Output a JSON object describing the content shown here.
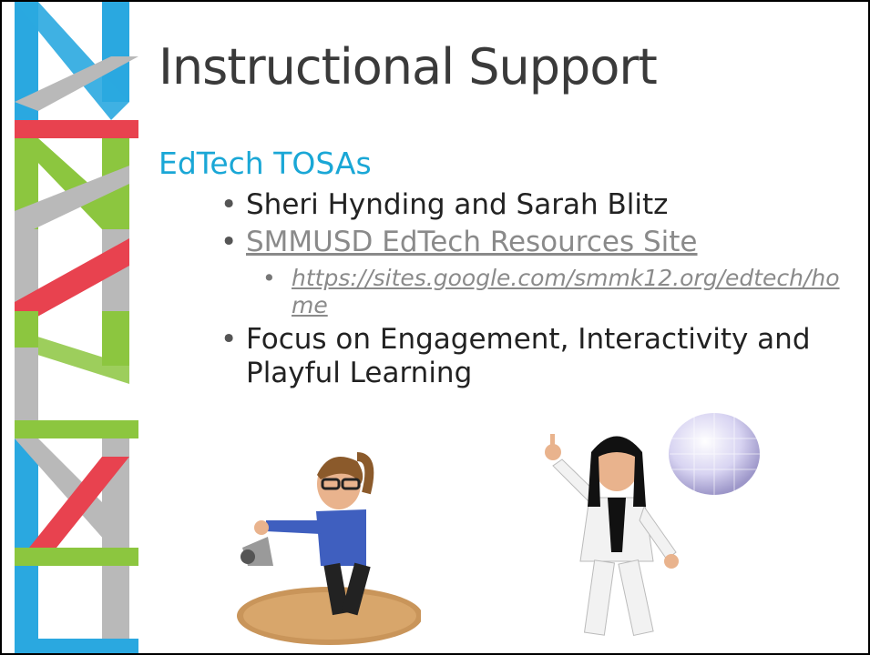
{
  "slide": {
    "title": "Instructional Support",
    "subheading": "EdTech TOSAs",
    "bullets": {
      "names": "Sheri Hynding and Sarah Blitz",
      "resources_link": "SMMUSD EdTech Resources Site",
      "resources_url": "https://sites.google.com/smmk12.org/edtech/home",
      "focus": "Focus on Engagement, Interactivity and Playful Learning"
    }
  },
  "colors": {
    "title": "#3a3a3a",
    "subheading": "#1aa7d6",
    "link": "#8a8a8a",
    "stripe_blue": "#2aa8e0",
    "stripe_green": "#8cc63f",
    "stripe_red": "#e8424f",
    "stripe_gray": "#b9b9b9"
  },
  "icons": [
    "smmusd-logo-stripe",
    "bitmoji-thumbs-down-character",
    "bitmoji-disco-dancer-character",
    "disco-ball-icon",
    "spinning-top-icon"
  ]
}
